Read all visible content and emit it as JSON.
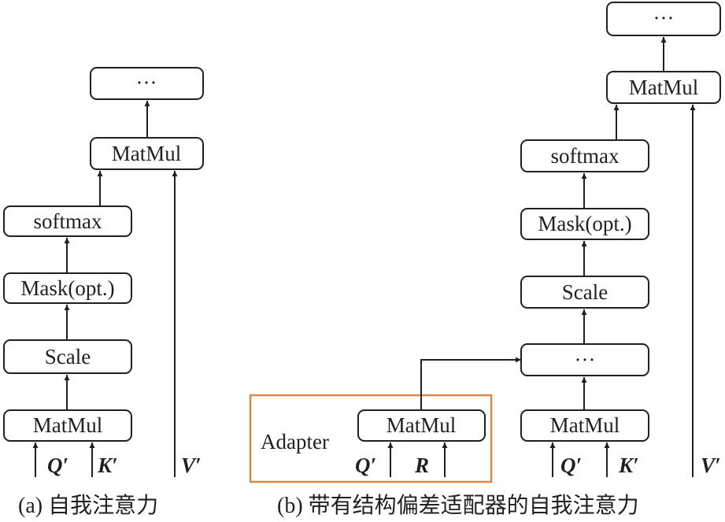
{
  "left": {
    "caption": "(a) 自我注意力",
    "boxes": {
      "ellipsis": "···",
      "matmul_top": "MatMul",
      "softmax": "softmax",
      "mask": "Mask(opt.)",
      "scale": "Scale",
      "matmul_bottom": "MatMul"
    },
    "inputs": {
      "q": "Q′",
      "k": "K′",
      "v": "V′"
    }
  },
  "right": {
    "caption": "(b) 带有结构偏差适配器的自我注意力",
    "boxes": {
      "ellipsis_top": "···",
      "matmul_top": "MatMul",
      "softmax": "softmax",
      "mask": "Mask(opt.)",
      "scale": "Scale",
      "ellipsis_mid": "···",
      "matmul_bottom": "MatMul"
    },
    "inputs": {
      "q": "Q′",
      "k": "K′",
      "v": "V′"
    },
    "adapter": {
      "label": "Adapter",
      "matmul": "MatMul",
      "inputs": {
        "q": "Q′",
        "r": "R"
      }
    }
  },
  "colors": {
    "ink": "#231f20",
    "adapter_border": "#d9894a"
  }
}
